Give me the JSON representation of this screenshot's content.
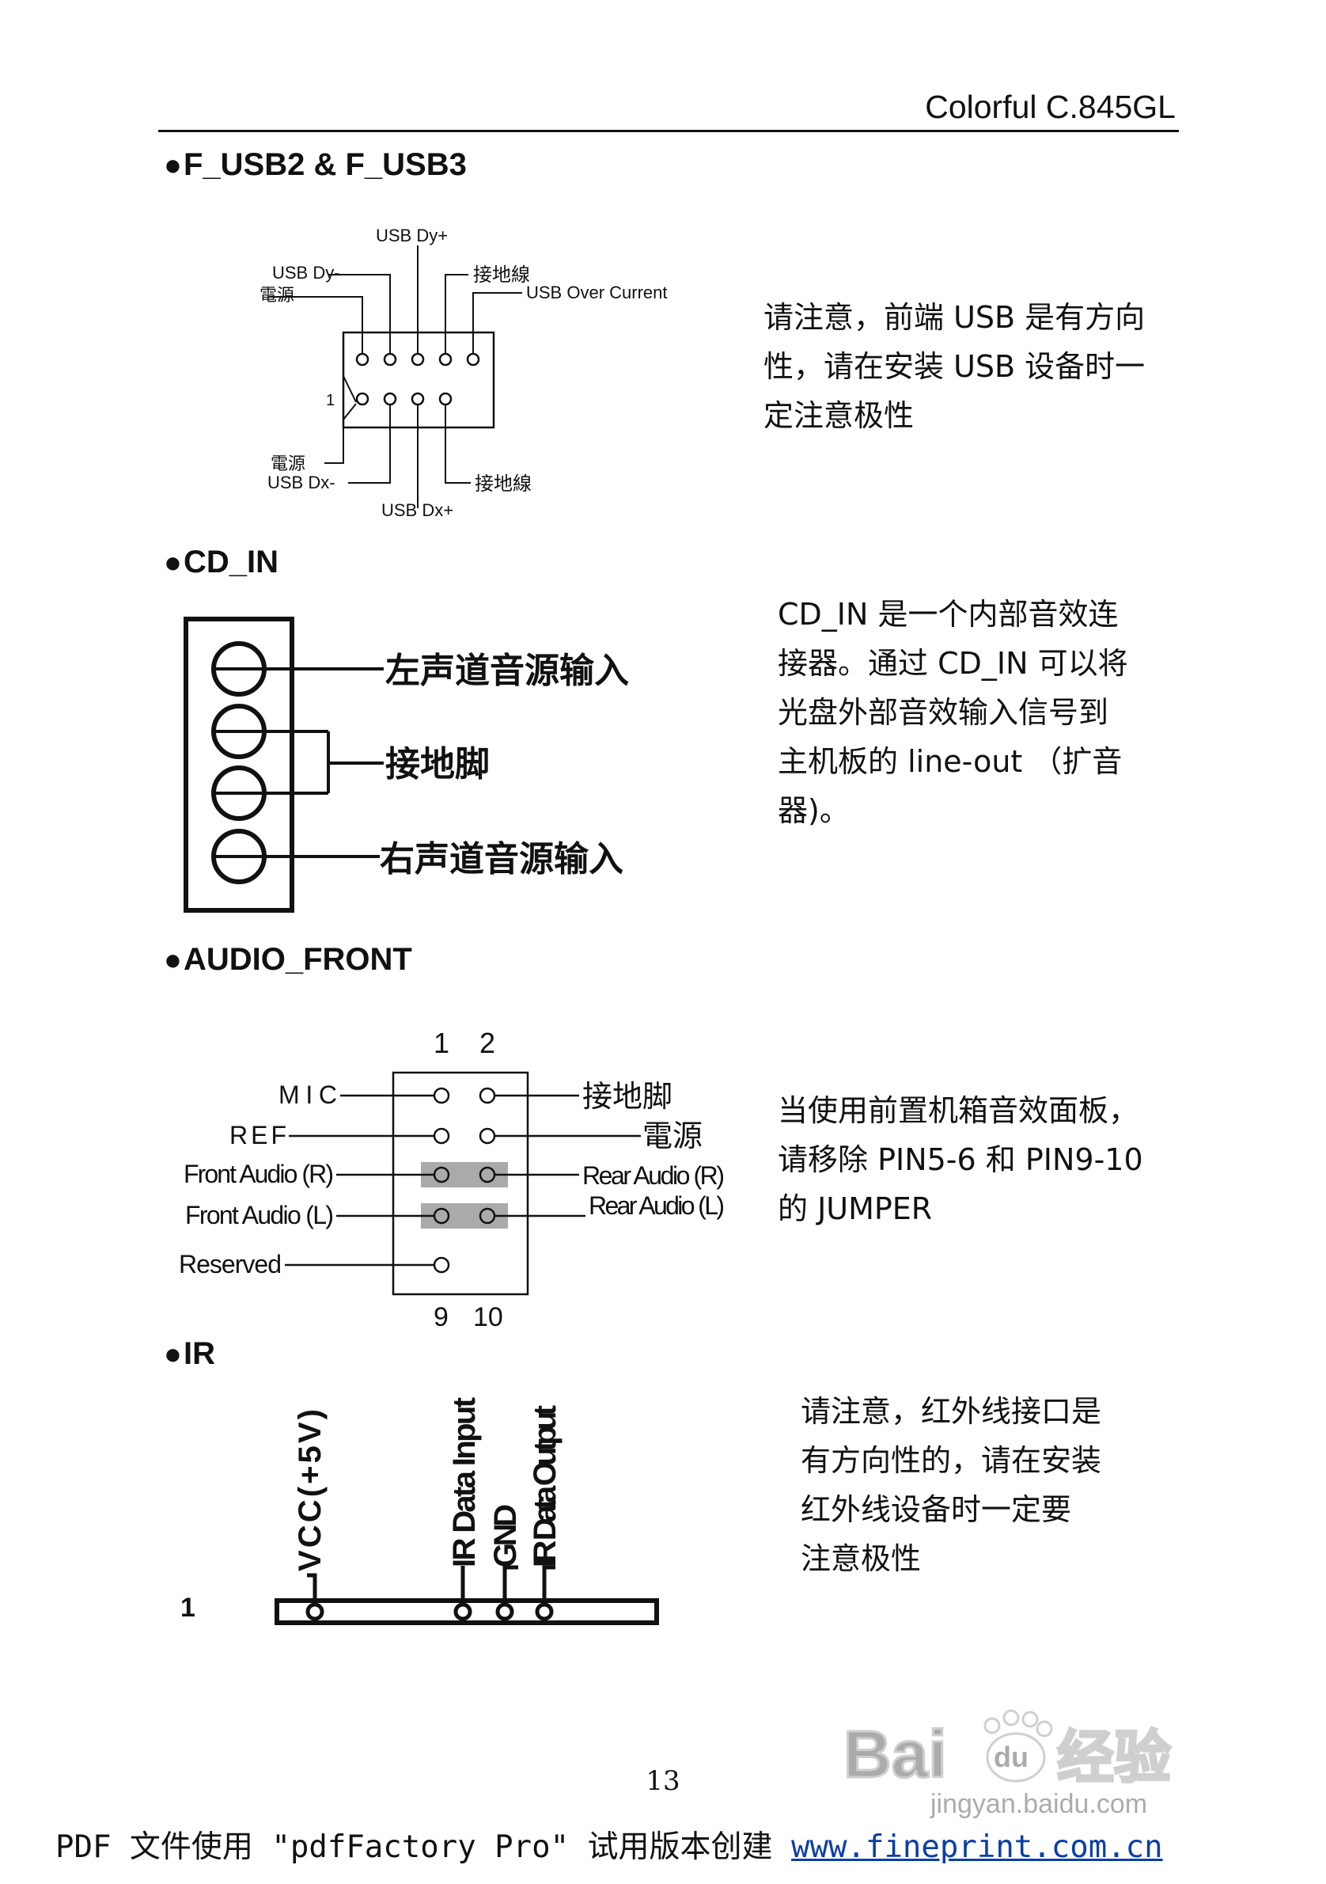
{
  "header": {
    "title": "Colorful  C.845GL"
  },
  "sections": {
    "usb": {
      "bullet": "●",
      "heading": "F_USB2 & F_USB3",
      "description": "请注意，前端 USB 是有方向\n性，请在安装 USB 设备时一\n定注意极性",
      "labels": {
        "dy_plus": "USB Dy+",
        "dy_minus": "USB Dy-",
        "power_top": "電源",
        "ground_top": "接地線",
        "over_current": "USB Over Current",
        "pin1": "1",
        "power_bottom": "電源",
        "dx_minus": "USB Dx-",
        "ground_bottom": "接地線",
        "dx_plus": "USB Dx+"
      }
    },
    "cd_in": {
      "bullet": "●",
      "heading": "CD_IN",
      "description": "CD_IN  是一个内部音效连\n接器。通过 CD_IN 可以将\n光盘外部音效输入信号到\n主机板的  line-out （扩音\n器)。",
      "labels": {
        "left": "左声道音源输入",
        "ground": "接地脚",
        "right": "右声道音源输入"
      }
    },
    "audio_front": {
      "bullet": "●",
      "heading": "AUDIO_FRONT",
      "description": "当使用前置机箱音效面板，\n请移除 PIN5-6 和 PIN9-10\n的 JUMPER",
      "labels": {
        "pin1": "1",
        "pin2": "2",
        "pin9": "9",
        "pin10": "10",
        "mic": "MIC",
        "ref": "REF",
        "front_r": "Front Audio (R)",
        "front_l": "Front Audio (L)",
        "reserved": "Reserved",
        "ground": "接地脚",
        "power": "電源",
        "rear_r": "Rear Audio (R)",
        "rear_l": "Rear Audio (L)"
      }
    },
    "ir": {
      "bullet": "●",
      "heading": "IR",
      "description": "请注意，红外线接口是\n有方向性的，请在安装\n红外线设备时一定要\n注意极性",
      "labels": {
        "vcc": "VCC(+5V)",
        "data_in": "IR Data Input",
        "gnd": "GND",
        "data_out": "IR Data Output",
        "pin1": "1"
      }
    }
  },
  "page_number": "13",
  "footer": {
    "text": "PDF 文件使用 \"pdfFactory Pro\" 试用版本创建 ",
    "link": "www.fineprint.com.cn"
  },
  "watermark": {
    "brand": "Bai",
    "paw": "du",
    "brand_cn": "经验",
    "url": "jingyan.baidu.com"
  }
}
